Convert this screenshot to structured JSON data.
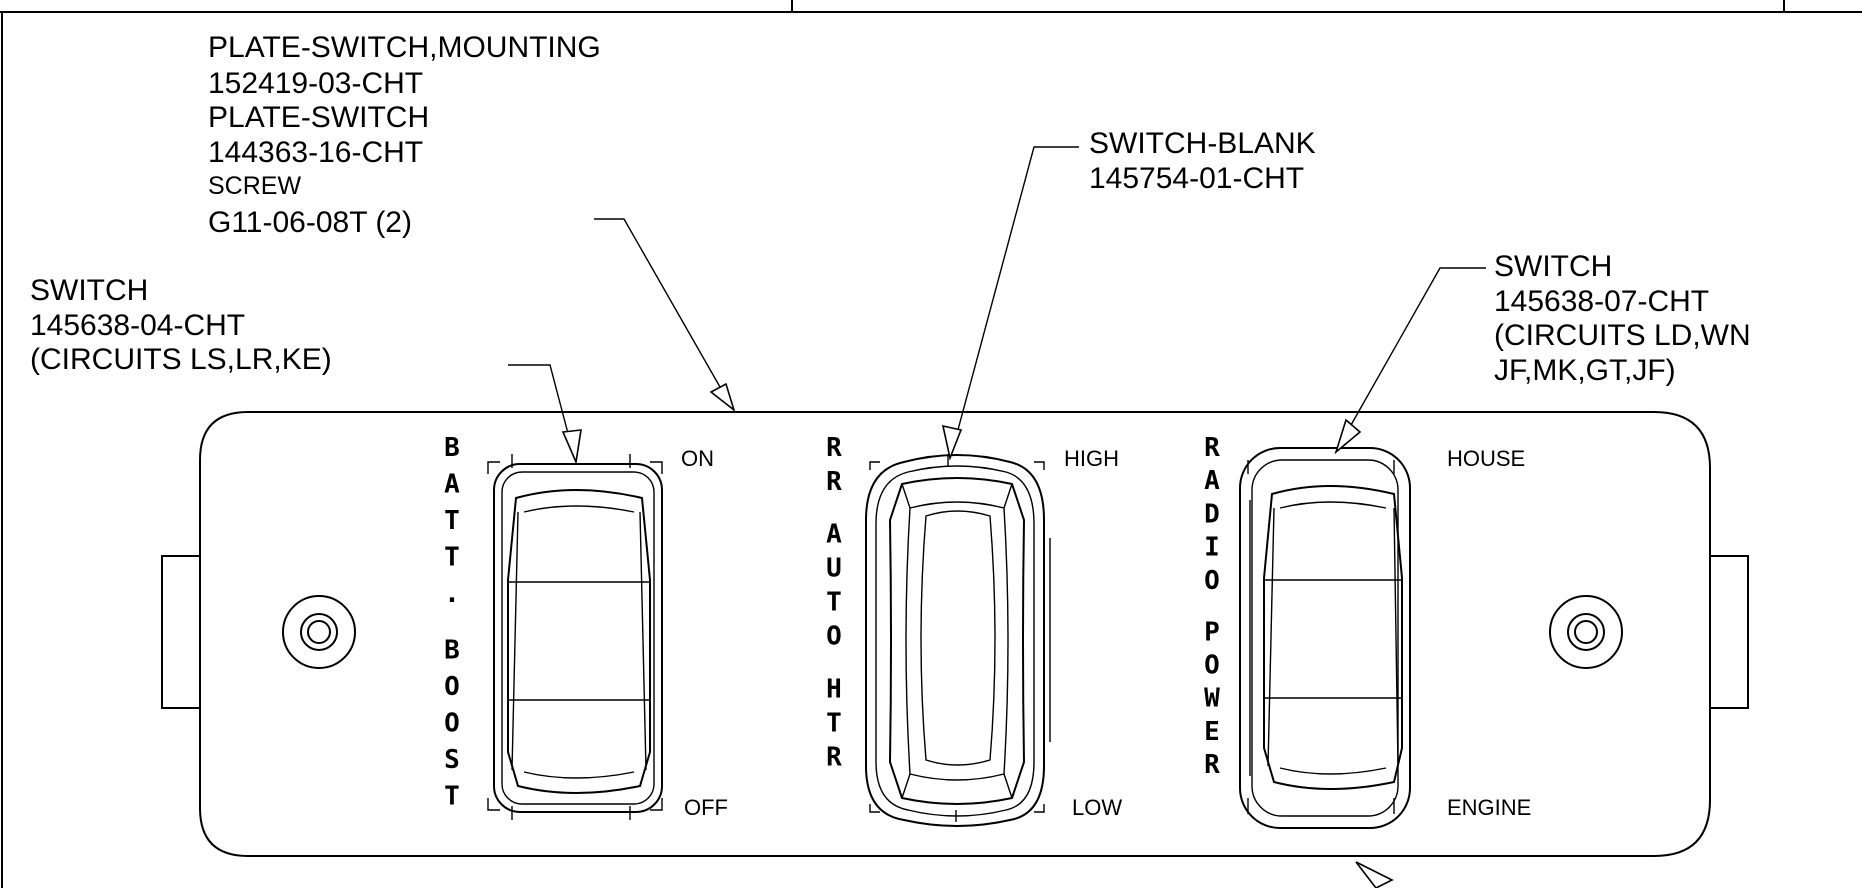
{
  "callouts": {
    "mounting_plate": {
      "lines": [
        "PLATE-SWITCH,MOUNTING",
        "152419-03-CHT",
        "PLATE-SWITCH",
        "144363-16-CHT",
        "SCREW",
        "G11-06-08T (2)"
      ]
    },
    "switch_blank": {
      "lines": [
        "SWITCH-BLANK",
        "145754-01-CHT"
      ]
    },
    "switch_left": {
      "lines": [
        "SWITCH",
        "145638-04-CHT",
        "(CIRCUITS LS,LR,KE)"
      ]
    },
    "switch_right": {
      "lines": [
        "SWITCH",
        "145638-07-CHT",
        "(CIRCUITS LD,WN",
        "JF,MK,GT,JF)"
      ]
    }
  },
  "panel": {
    "left_switch": {
      "vertical_label": "BATT. BOOST",
      "top_position": "ON",
      "bottom_position": "OFF"
    },
    "center_switch": {
      "vertical_label": "RR AUTO HTR",
      "top_position": "HIGH",
      "bottom_position": "LOW"
    },
    "right_switch": {
      "vertical_label": "RADIO POWER",
      "top_position": "HOUSE",
      "bottom_position": "ENGINE"
    }
  }
}
